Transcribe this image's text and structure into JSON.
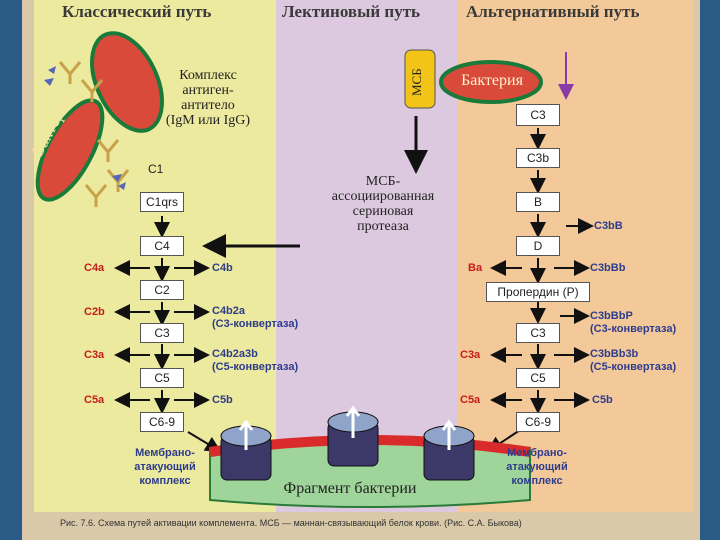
{
  "headers": {
    "classic": "Классический путь",
    "lectin": "Лектиновый путь",
    "alternative": "Альтернативный путь"
  },
  "classic": {
    "bacterium": "Бактерия",
    "complex_lines": [
      "Комплекс",
      "антиген-",
      "антитело",
      "(IgM или IgG)"
    ],
    "c1": "C1",
    "c1qrs": "C1qrs",
    "boxes": [
      "C4",
      "C2",
      "C3",
      "C5",
      "C6-9"
    ],
    "left_labels": [
      "C4a",
      "C2b",
      "C3a",
      "C5a"
    ],
    "right_labels": [
      "C4b",
      "C4b2a",
      "C4b2a3b",
      "C5b"
    ],
    "convertase_c3": "(C3-конвертаза)",
    "convertase_c5": "(C5-конвертаза)",
    "mac_lines": [
      "Мембрано-",
      "атакующий",
      "комплекс"
    ]
  },
  "lectin": {
    "msb": "МСБ",
    "protease_lines": [
      "МСБ-",
      "ассоциированная",
      "сериновая",
      "протеаза"
    ]
  },
  "alternative": {
    "bacterium": "Бактерия",
    "boxes": [
      "C3",
      "C3b",
      "B",
      "D",
      "Пропердин (P)",
      "C3",
      "C5",
      "C6-9"
    ],
    "left_labels": [
      "Ba",
      "C3a",
      "C5a"
    ],
    "right_labels": [
      "C3bB",
      "C3bBb",
      "C3bBbP",
      "C3bBb3b",
      "C5b"
    ],
    "convertase_c3": "(C3-конвертаза)",
    "convertase_c5": "(C5-конвертаза)",
    "mac_lines": [
      "Мембрано-",
      "атакующий",
      "комплекс"
    ]
  },
  "fragment": "Фрагмент бактерии",
  "caption": "Рис. 7.6. Схема путей активации комплемента. МСБ — маннан-связывающий белок крови. (Рис. С.А. Быкова)",
  "colors": {
    "classic_bg": "#ecea9e",
    "lectin_bg": "#dcc8df",
    "alt_bg": "#f4c999",
    "bacterium_fill": "#d94a3a",
    "label_red": "#c41c1c",
    "label_blue": "#2e3c8c",
    "membrane_green": "#9fd49a"
  }
}
